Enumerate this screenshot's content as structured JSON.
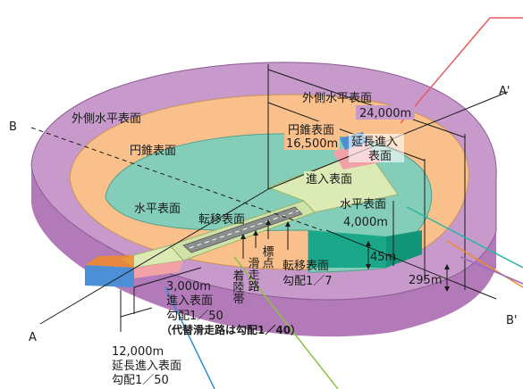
{
  "labels": {
    "outer_horizontal_left": "外側水平表面",
    "outer_horizontal_right": "外側水平表面",
    "outer_distance": "24,000m",
    "conical_left": "円錐表面",
    "conical_right": "円錐表面",
    "conical_distance": "16,500m",
    "extended_approach_line1": "延長進入",
    "extended_approach_line2": "表面",
    "approach_surface": "進入表面",
    "horizontal_left": "水平表面",
    "horizontal_right": "水平表面",
    "horizontal_distance": "4,000m",
    "transitional_surface": "転移表面",
    "height_45": "45m",
    "height_295": "295m",
    "point_A": "A",
    "point_A_prime": "A'",
    "point_B": "B",
    "point_B_prime": "B'",
    "landing_zone": "着陸帯",
    "runway": "滑走路",
    "marker": "標点",
    "transitional_slope_label": "転移表面",
    "transitional_slope": "勾配1／7",
    "approach_length": "3,000m",
    "approach_label": "進入表面",
    "approach_slope": "勾配1／50",
    "alt_runway_note": "（代替滑走路は勾配1／40）",
    "extended_length": "12,000m",
    "extended_label": "延長進入表面",
    "extended_slope": "勾配1／50"
  },
  "colors": {
    "outer_top": "#c79acb",
    "outer_side": "#b27ab8",
    "conical_top": "#f9c08c",
    "horizontal_top": "#84cdb8",
    "horizontal_side": "#1aa78a",
    "approach_top": "#dceab6",
    "transitional_top": "#cfe2a8",
    "extended_pink": "#f2a1a6",
    "extended_blue": "#4c8fd6",
    "runway": "#8a8f8d",
    "red_line": "#ea5a5a",
    "blue_line": "#2a8fd0",
    "green_line": "#8cc440",
    "orange_line": "#f08a2a",
    "purple_line": "#9a6cc0",
    "teal_line": "#2ab7a0"
  }
}
